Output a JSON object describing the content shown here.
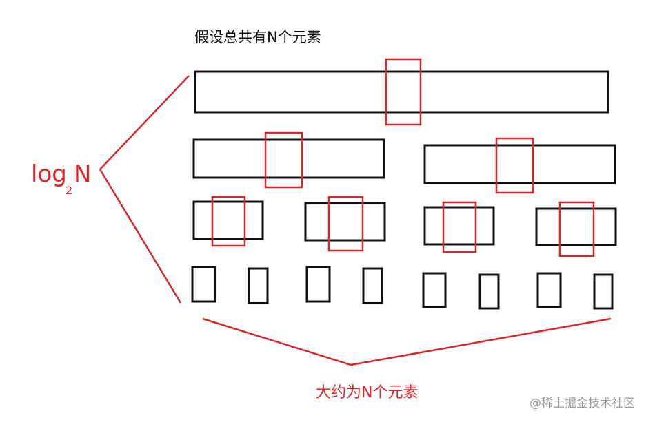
{
  "diagram": {
    "title": "假设总共有N个元素",
    "log_label": {
      "main": "log",
      "subscript": "2",
      "suffix": "N"
    },
    "bottom_label": "大约为N个元素",
    "watermark": "@稀土掘金技术社区",
    "colors": {
      "box_stroke": "#111111",
      "highlight": "#d9262b",
      "text": "#111111",
      "watermark": "#9a9a9a"
    },
    "levels": [
      {
        "level": 1,
        "segments": 1,
        "pivot_marked": true
      },
      {
        "level": 2,
        "segments": 2,
        "pivot_marked": true
      },
      {
        "level": 3,
        "segments": 4,
        "pivot_marked": true
      },
      {
        "level": 4,
        "segments": 8,
        "pivot_marked": false
      }
    ]
  }
}
